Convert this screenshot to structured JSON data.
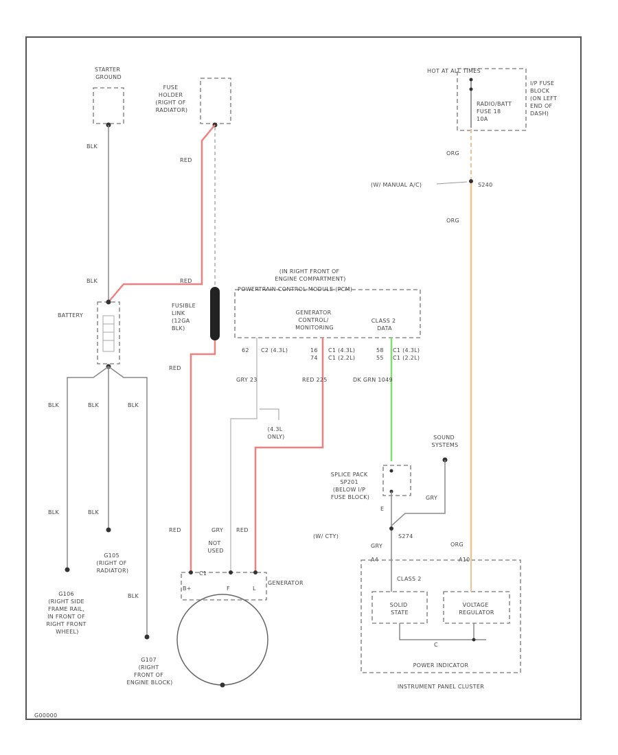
{
  "colors": {
    "red_wire": "#f08080",
    "green_wire": "#7fdc6f",
    "orange_wire": "#f5c08a",
    "black_wire": "#888888"
  },
  "labels": {
    "starter_ground": [
      "STARTER",
      "GROUND"
    ],
    "fuse_holder": [
      "FUSE",
      "HOLDER",
      "(RIGHT OF",
      "RADIATOR)"
    ],
    "hot_at_all_times": "HOT AT ALL TIMES",
    "ip_fuse_block": [
      "I/P FUSE",
      "BLOCK",
      "(ON LEFT",
      "END OF",
      "DASH)"
    ],
    "radio_batt_fuse": [
      "RADIO/BATT",
      "FUSE 18",
      "10A"
    ],
    "w_manual_ac": "(W/ MANUAL A/C)",
    "s240": "S240",
    "pcm_location": [
      "(IN RIGHT FRONT OF",
      "ENGINE COMPARTMENT)"
    ],
    "pcm": "POWERTRAIN CONTROL MODULE (PCM)",
    "generator_control": [
      "GENERATOR",
      "CONTROL/",
      "MONITORING"
    ],
    "class2_data": [
      "CLASS 2",
      "DATA"
    ],
    "connector_c2": "C2 (4.3L)",
    "connector_c1": "C1 (4.3L)",
    "connector_c2_22": "C1 (2.2L)",
    "connector_c1_22": "C1 (2.2L)",
    "pin_62": "62",
    "pin_16": "16",
    "pin_74": "74",
    "pin_58": "58",
    "pin_55": "55",
    "battery": "BATTERY",
    "fusible_link": [
      "FUSIBLE",
      "LINK",
      "(12GA",
      "BLK)"
    ],
    "gry_23": "GRY  23",
    "red_225": "RED  225",
    "dk_grn_1049": "DK GRN  1049",
    "only_43l": [
      "(4.3L",
      "ONLY)"
    ],
    "sound_systems": [
      "SOUND",
      "SYSTEMS"
    ],
    "splice_pack": [
      "SPLICE PACK",
      "SP201",
      "(BELOW I/P",
      "FUSE BLOCK)"
    ],
    "splice_pin": "E",
    "w_cty": "(W/ CTY)",
    "s274": "S274",
    "not_used": [
      "NOT",
      "USED"
    ],
    "generator": "GENERATOR",
    "gen_pins": [
      "B+",
      "F",
      "L"
    ],
    "c_blk": "C1",
    "g105": [
      "G105",
      "(RIGHT OF",
      "RADIATOR)"
    ],
    "g106": [
      "G106",
      "(RIGHT SIDE",
      "FRAME RAIL,",
      "IN FRONT OF",
      "RIGHT FRONT",
      "WHEEL)"
    ],
    "g107": [
      "G107",
      "(RIGHT",
      "FRONT OF",
      "ENGINE BLOCK)"
    ],
    "class2": "CLASS 2",
    "solid_state": [
      "SOLID",
      "STATE"
    ],
    "voltage_regulator": [
      "VOLTAGE",
      "REGULATOR"
    ],
    "power_indicator": "POWER INDICATOR",
    "instrument_panel_cluster": "INSTRUMENT PANEL CLUSTER",
    "pin_c": "C",
    "pin_a4": "A4",
    "pin_a10": "A10",
    "blk": "BLK",
    "red": "RED",
    "gry": "GRY",
    "org": "ORG",
    "footer_code": "G00000"
  }
}
